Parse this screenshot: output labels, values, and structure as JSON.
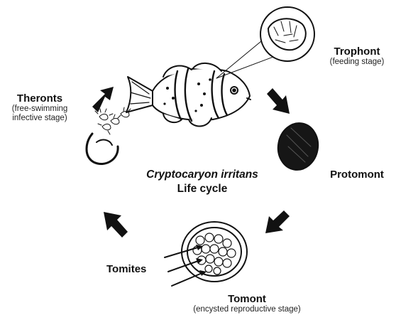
{
  "title": {
    "species": "Cryptocaryon irritans",
    "subtitle": "Life cycle"
  },
  "stages": {
    "trophont": {
      "name": "Trophont",
      "desc": "(feeding stage)"
    },
    "protomont": {
      "name": "Protomont"
    },
    "tomont": {
      "name": "Tomont",
      "desc": "(encysted reproductive stage)"
    },
    "tomites": {
      "name": "Tomites"
    },
    "theronts": {
      "name": "Theronts",
      "desc_line1": "(free-swimming",
      "desc_line2": "infective stage)"
    }
  },
  "colors": {
    "ink": "#111111",
    "background": "#ffffff"
  }
}
